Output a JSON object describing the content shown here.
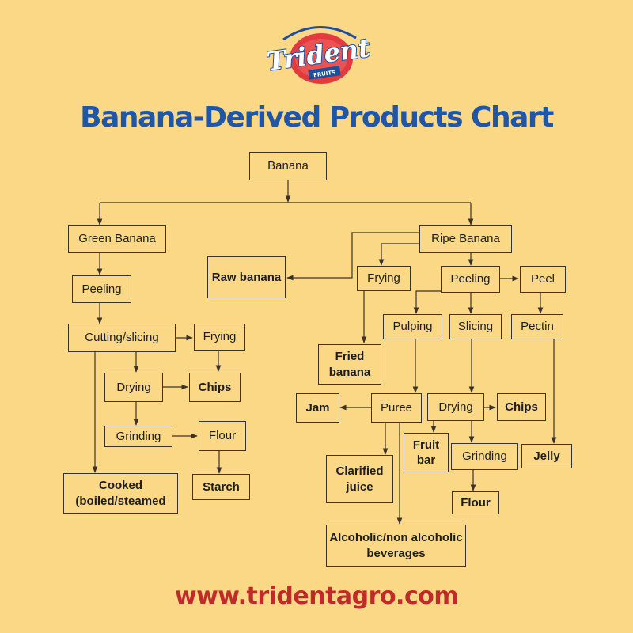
{
  "logo": {
    "brand": "Trident",
    "sub": "FRUITS",
    "colors": {
      "red": "#d9232e",
      "blue": "#1f4e9c"
    }
  },
  "title": "Banana-Derived Products Chart",
  "url": "www.tridentagro.com",
  "nodes": {
    "banana": "Banana",
    "green_banana": "Green Banana",
    "ripe_banana": "Ripe Banana",
    "raw_banana": "Raw banana",
    "peeling_green": "Peeling",
    "cutting_slicing": "Cutting/slicing",
    "frying_green": "Frying",
    "drying_green": "Drying",
    "chips_green": "Chips",
    "grinding_green": "Grinding",
    "flour_green": "Flour",
    "starch": "Starch",
    "cooked": "Cooked (boiled/steamed",
    "frying_ripe": "Frying",
    "fried_banana": "Fried banana",
    "peeling_ripe": "Peeling",
    "peel": "Peel",
    "pulping": "Pulping",
    "slicing": "Slicing",
    "pectin": "Pectin",
    "jam": "Jam",
    "puree": "Puree",
    "drying_ripe": "Drying",
    "chips_ripe": "Chips",
    "fruit_bar": "Fruit bar",
    "grinding_ripe": "Grinding",
    "jelly": "Jelly",
    "clarified_juice": "Clarified juice",
    "flour_ripe": "Flour",
    "beverages": "Alcoholic/non alcoholic beverages"
  },
  "colors": {
    "background": "#fad886",
    "title": "#1f56a8",
    "url": "#c02a2a",
    "line": "#3a3226"
  }
}
